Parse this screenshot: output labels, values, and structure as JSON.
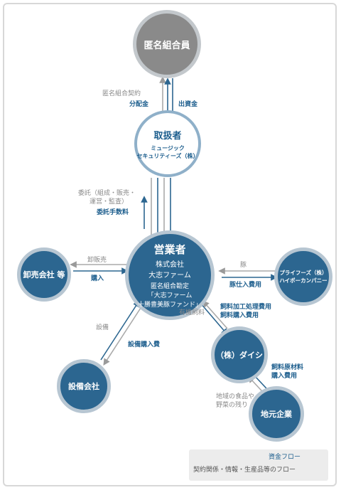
{
  "nodes": {
    "investors": {
      "title": "匿名組合員"
    },
    "handler": {
      "title": "取扱者",
      "sub1": "ミュージック",
      "sub2": "セキュリティーズ（株）"
    },
    "operator": {
      "title": "営業者",
      "l1": "株式会社",
      "l2": "大志ファーム",
      "l3": "匿名組合勘定",
      "l4": "「大志ファーム",
      "l5": "十勝豊美豚ファンド」"
    },
    "wholesaler": {
      "title": "卸売会社 等"
    },
    "prifoods": {
      "l1": "プライフーズ（株）",
      "l2": "ハイポーカンパニー"
    },
    "equipment": {
      "title": "設備会社"
    },
    "daishi": {
      "title": "（株）ダイシ"
    },
    "local": {
      "title": "地元企業"
    }
  },
  "labels": {
    "contract": "匿名組合契約",
    "distribution": "分配金",
    "investment": "出資金",
    "consign1": "委託（組成・販売・",
    "consign2": "運営・監査）",
    "fee": "委託手数料",
    "sales": "卸販売",
    "purchase": "購入",
    "pig": "豚",
    "pig_cost": "豚仕入費用",
    "equip": "設備",
    "equip_cost": "設備購入費",
    "feed_cost1": "飼料加工処理費用",
    "feed_cost2": "飼料購入費用",
    "organic": "有機飼料",
    "raw_cost1": "飼料原材料",
    "raw_cost2": "購入費用",
    "food1": "地域の食品や",
    "food2": "野菜の残り"
  },
  "legend": {
    "money": "資金フロー",
    "contract": "契約関係・情報・生産品等のフロー"
  },
  "colors": {
    "blue": "#2c6690",
    "gray": "#8a8a8a"
  }
}
